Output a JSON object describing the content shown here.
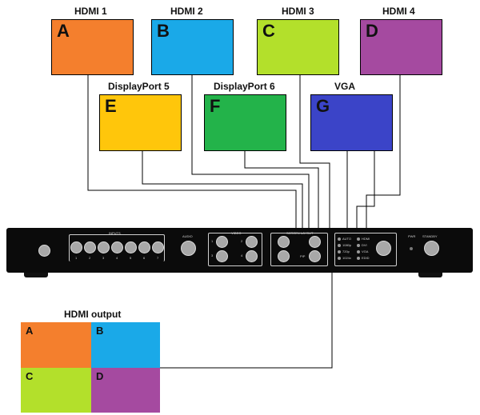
{
  "inputs": [
    {
      "id": "A",
      "label": "HDMI 1",
      "color": "#f47f2d"
    },
    {
      "id": "B",
      "label": "HDMI 2",
      "color": "#1aa9e8"
    },
    {
      "id": "C",
      "label": "HDMI 3",
      "color": "#b3e02b"
    },
    {
      "id": "D",
      "label": "HDMI 4",
      "color": "#a54aa0"
    },
    {
      "id": "E",
      "label": "DisplayPort 5",
      "color": "#ffc60b"
    },
    {
      "id": "F",
      "label": "DisplayPort 6",
      "color": "#23b34a"
    },
    {
      "id": "G",
      "label": "VGA",
      "color": "#3b44c8"
    }
  ],
  "output": {
    "label": "HDMI output",
    "quadrants": [
      {
        "id": "A",
        "color": "#f47f2d"
      },
      {
        "id": "B",
        "color": "#1aa9e8"
      },
      {
        "id": "C",
        "color": "#b3e02b"
      },
      {
        "id": "D",
        "color": "#a54aa0"
      }
    ]
  },
  "device": {
    "inputs_label": "INPUTS",
    "input_numbers": [
      "1",
      "2",
      "3",
      "4",
      "5",
      "6",
      "7"
    ],
    "audio_label": "AUDIO",
    "video_label": "VIDEO",
    "video_numbers": [
      "1",
      "2",
      "3",
      "4"
    ],
    "screen_layout_label": "SCREEN LAYOUT",
    "pip_label": "PIP",
    "res_labels": [
      "PWR",
      "STANDBY"
    ],
    "mode_labels_left": [
      "AUTO",
      "1080p",
      "720p",
      "1024x"
    ],
    "mode_labels_right": [
      "HDMI",
      "DVI",
      "VGA",
      "EDID"
    ]
  }
}
